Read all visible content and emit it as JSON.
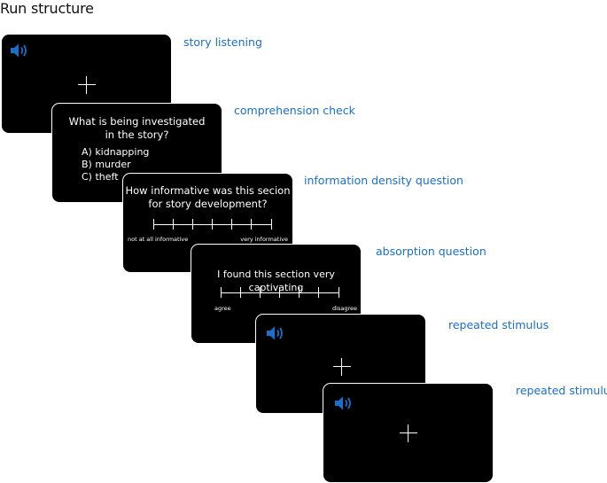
{
  "title": "Run structure",
  "screens": [
    {
      "label": "story listening"
    },
    {
      "label": "comprehension check",
      "question_line1": "What is being investigated",
      "question_line2": "in the story?",
      "options": [
        "A) kidnapping",
        "B) murder",
        "C) theft"
      ]
    },
    {
      "label": "information density question",
      "question_line1": "How informative was this secion",
      "question_line2": "for story development?",
      "scale_left": "not at all informative",
      "scale_right": "very informative"
    },
    {
      "label": "absorption question",
      "question_line1": "I found this section very captivating",
      "scale_left": "agree",
      "scale_right": "disagree"
    },
    {
      "label": "repeated stimulus"
    },
    {
      "label": "repeated stimulus"
    }
  ],
  "colors": {
    "accent": "#1b6fc9",
    "screen_bg": "#000000"
  },
  "icons": {
    "speaker": "speaker-icon",
    "fixation": "fixation-cross-icon"
  }
}
